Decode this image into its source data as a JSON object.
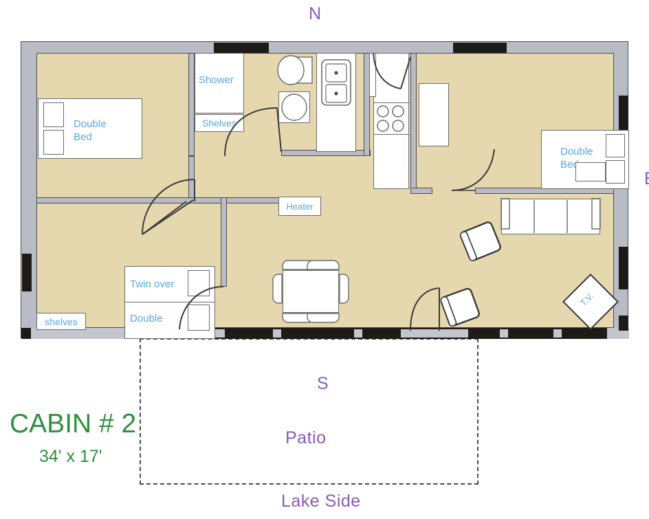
{
  "plan": {
    "title": "CABIN # 2",
    "dimensions": "34' x 17'",
    "compass": {
      "north": "N",
      "south": "S",
      "east": "E"
    },
    "outdoor": {
      "patio_label": "Patio",
      "lake_label": "Lake Side"
    },
    "colors": {
      "title_green": "#2f8f42",
      "compass_purple": "#8c5bb4",
      "label_blue": "#5aa8de",
      "floor_tan": "#e6d8ae",
      "wall_gray": "#b9bcc4",
      "window_dark": "#1e1a17"
    }
  },
  "rooms": {
    "bedroom_nw": {
      "bed_label_line1": "Double",
      "bed_label_line2": "Bed"
    },
    "bedroom_ne": {
      "bed_label_line1": "Double",
      "bed_label_line2": "Bed"
    },
    "bedroom_sw": {
      "bed_label_line1": "Twin over",
      "bed_label_line2": "Double",
      "shelves_label": "shelves"
    },
    "bathroom": {
      "shower_label": "Shower",
      "shelves_label": "Shelves"
    },
    "living": {
      "tv_label": "T.V."
    },
    "hall": {
      "heater_label": "Heater"
    }
  }
}
